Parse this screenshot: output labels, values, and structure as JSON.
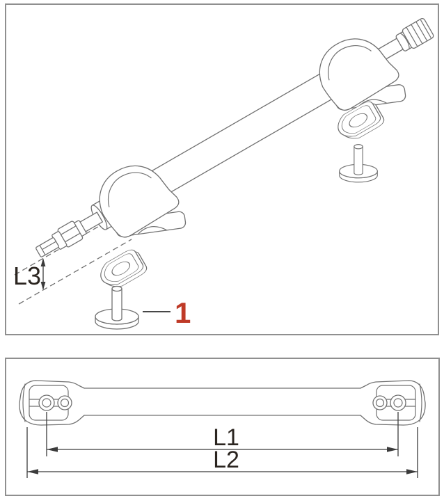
{
  "drawing": {
    "top_view": {
      "description": "isometric exploded view of telescopic stay bar with mounting plates and studs",
      "dim_l3": "L3",
      "callout_1": "1"
    },
    "bottom_view": {
      "description": "front elevation of stay bar with length dimensions",
      "dim_l1": "L1",
      "dim_l2": "L2"
    },
    "colors": {
      "outline": "#707070",
      "dimension_line": "#3b3b3b",
      "label_text": "#2b2520",
      "callout_red": "#bf3a27",
      "panel_border": "#8f8f8f",
      "background": "#ffffff"
    }
  }
}
